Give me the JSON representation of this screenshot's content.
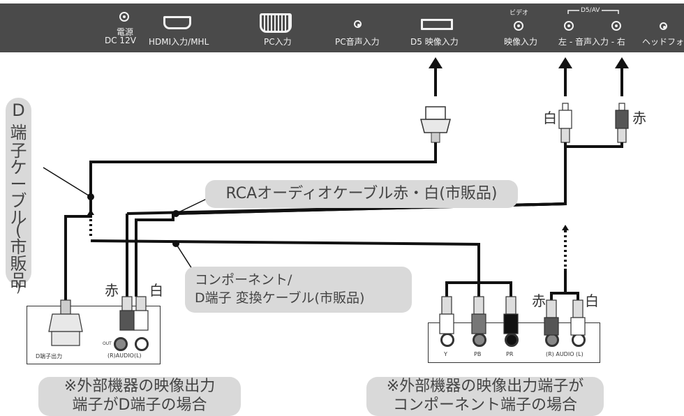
{
  "panel": {
    "power_label_1": "電源",
    "power_label_2": "DC 12V",
    "hdmi_label": "HDMI入力/MHL",
    "pc_label": "PC入力",
    "pc_audio_label": "PC音声入力",
    "d5_label": "D5 映像入力",
    "video_small": "ビデオ",
    "video_label": "映像入力",
    "d5av_label": "D5/AV",
    "audio_lr_label": "左 - 音声入力 - 右",
    "headphone_label": "ヘッドフォン"
  },
  "labels": {
    "vertical_cable": [
      "D",
      "端",
      "子",
      "ケ",
      "ー",
      "ブ",
      "ル",
      "(",
      "市",
      "販",
      "品",
      ")"
    ],
    "rca_cable": "RCAオーディオケーブル赤・白(市販品)",
    "component_cable_line1": "コンポーネント/",
    "component_cable_line2": "D端子 変換ケーブル(市販品)",
    "white_top": "白",
    "red_top": "赤",
    "red_left": "赤",
    "white_left": "白",
    "red_right": "赤",
    "white_right": "白"
  },
  "left_device": {
    "d_out": "D端子出力",
    "out": "OUT",
    "audio": "(R)AUDIO(L)"
  },
  "right_device": {
    "y": "Y",
    "pb": "PB",
    "pr": "PR",
    "audio": "(R) AUDIO (L)"
  },
  "notes": {
    "left_line1": "※外部機器の映像出力",
    "left_line2": "端子がD端子の場合",
    "right_line1": "※外部機器の映像出力端子が",
    "right_line2": "コンポーネント端子の場合"
  }
}
